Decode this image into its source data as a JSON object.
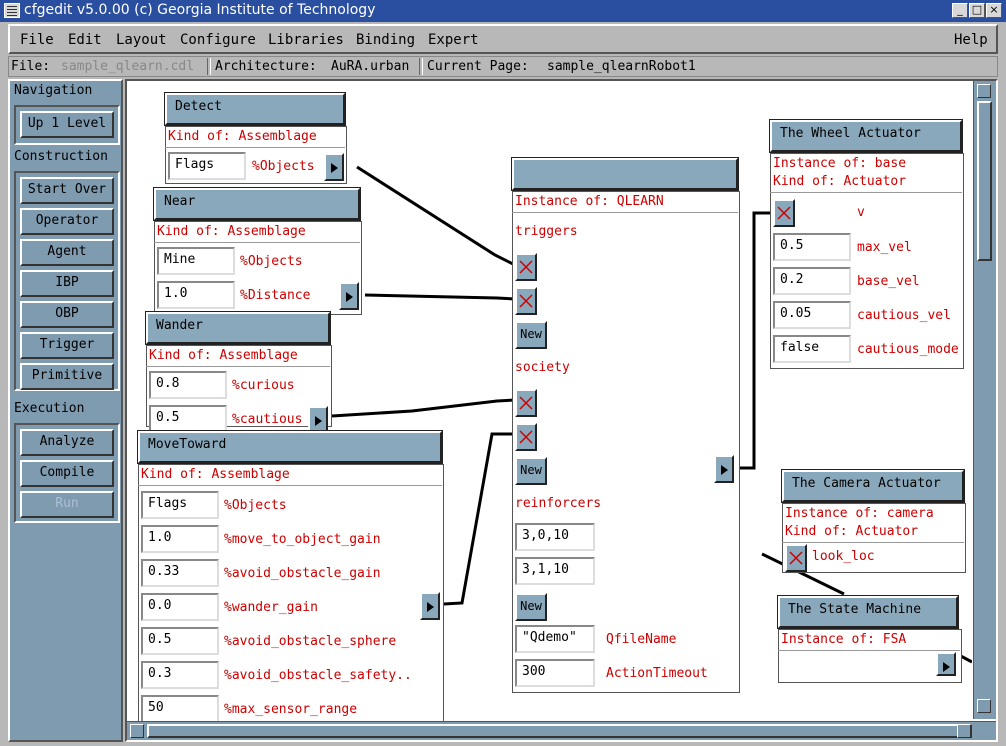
{
  "window": {
    "title": "cfgedit  v5.0.00  (c) Georgia Institute of Technology"
  },
  "menu": {
    "file": "File",
    "edit": "Edit",
    "layout": "Layout",
    "configure": "Configure",
    "libraries": "Libraries",
    "binding": "Binding",
    "expert": "Expert",
    "help": "Help"
  },
  "info": {
    "file_label": "File:",
    "file_value": "sample_qlearn.cdl",
    "arch_label": "Architecture:",
    "arch_value": "AuRA.urban",
    "page_label": "Current Page:",
    "page_value": "sample_qlearnRobot1"
  },
  "nav": {
    "navigation": "Navigation",
    "up_level": "Up 1 Level",
    "construction": "Construction",
    "start_over": "Start Over",
    "operator": "Operator",
    "agent": "Agent",
    "ibp": "IBP",
    "obp": "OBP",
    "trigger": "Trigger",
    "primitive": "Primitive",
    "execution": "Execution",
    "analyze": "Analyze",
    "compile": "Compile",
    "run": "Run"
  },
  "nodes": {
    "detect": {
      "title": "Detect",
      "kind": "Kind of: Assemblage",
      "f1": "Flags",
      "l1": "%Objects"
    },
    "near": {
      "title": "Near",
      "kind": "Kind of: Assemblage",
      "f1": "Mine",
      "l1": "%Objects",
      "f2": "1.0",
      "l2": "%Distance"
    },
    "wander": {
      "title": "Wander",
      "kind": "Kind of: Assemblage",
      "f1": "0.8",
      "l1": "%curious",
      "f2": "0.5",
      "l2": "%cautious"
    },
    "movetoward": {
      "title": "MoveToward",
      "kind": "Kind of: Assemblage",
      "rows": [
        {
          "v": "Flags",
          "l": "%Objects"
        },
        {
          "v": "1.0",
          "l": "%move_to_object_gain"
        },
        {
          "v": "0.33",
          "l": "%avoid_obstacle_gain"
        },
        {
          "v": "0.0",
          "l": "%wander_gain"
        },
        {
          "v": "0.5",
          "l": "%avoid_obstacle_sphere"
        },
        {
          "v": "0.3",
          "l": "%avoid_obstacle_safety.."
        },
        {
          "v": "50",
          "l": "%max_sensor_range"
        }
      ]
    },
    "qlearn": {
      "title": "",
      "instance": "Instance of: QLEARN",
      "triggers": "triggers",
      "society": "society",
      "reinforcers": "reinforcers",
      "new": "New",
      "r1": "3,0,10",
      "r2": "3,1,10",
      "qf_val": "\"Qdemo\"",
      "qf_lbl": "QfileName",
      "at_val": "300",
      "at_lbl": "ActionTimeout"
    },
    "wheel": {
      "title": "The Wheel Actuator",
      "instance": "Instance of: base",
      "kind": "Kind of: Actuator",
      "v": "v",
      "rows": [
        {
          "v": "0.5",
          "l": "max_vel"
        },
        {
          "v": "0.2",
          "l": "base_vel"
        },
        {
          "v": "0.05",
          "l": "cautious_vel"
        },
        {
          "v": "false",
          "l": "cautious_mode"
        }
      ]
    },
    "camera": {
      "title": "The Camera Actuator",
      "instance": "Instance of: camera",
      "kind": "Kind of: Actuator",
      "look": "look_loc"
    },
    "fsa": {
      "title": "The State Machine",
      "instance": "Instance of: FSA"
    }
  }
}
